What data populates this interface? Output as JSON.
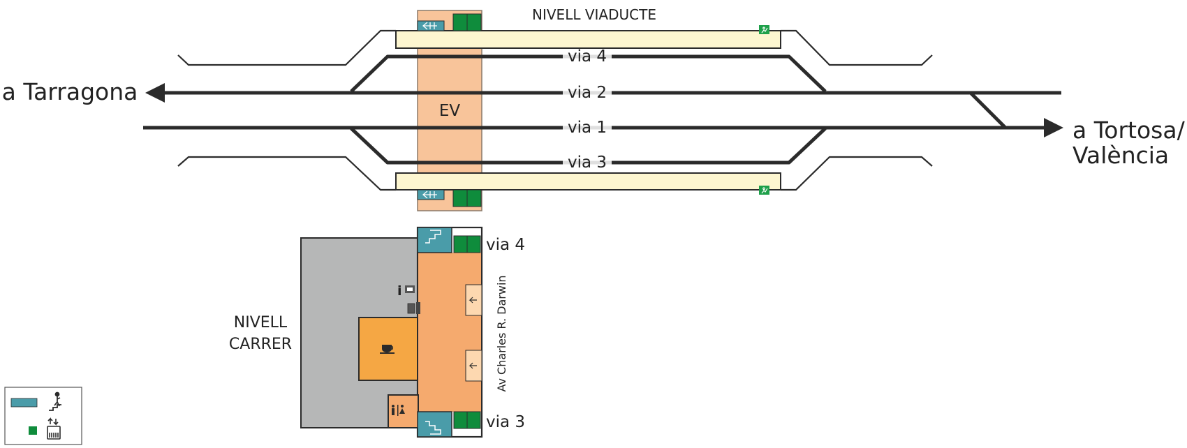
{
  "levels": {
    "viaduct_title": "NIVELL VIADUCTE",
    "street_title_line1": "NIVELL",
    "street_title_line2": "CARRER"
  },
  "directions": {
    "west": "a Tarragona",
    "east_line1": "a Tortosa/",
    "east_line2": "València"
  },
  "tracks": {
    "via4": "via 4",
    "via2": "via 2",
    "via1": "via 1",
    "via3": "via 3"
  },
  "station_building": {
    "abbrev": "EV"
  },
  "street": {
    "name": "Av Charles R. Darwin"
  },
  "street_level_platforms": {
    "top": "via 4",
    "bottom": "via 3"
  },
  "services": {
    "information": "i",
    "information_icon": "info-ticket-icon",
    "ticket_machine_icon": "ticket-machine-icon",
    "cafe_icon": "coffee-cup-icon",
    "toilets_icon": "toilets-icon",
    "entrance_icon": "entrance-arrow-icon"
  },
  "legend": {
    "stairs_icon": "stairs-icon",
    "lift_icon": "lift-icon"
  },
  "colors": {
    "track": "#2b2b2b",
    "platform": "#fdf6d0",
    "station_building": "#f8c49a",
    "concourse": "#f5aa6e",
    "cafe": "#f5a744",
    "neighbour_building": "#b6b7b7",
    "stairs": "#4a9ca9",
    "lift": "#0f8c3c",
    "emergency_exit": "#1ea04a"
  }
}
